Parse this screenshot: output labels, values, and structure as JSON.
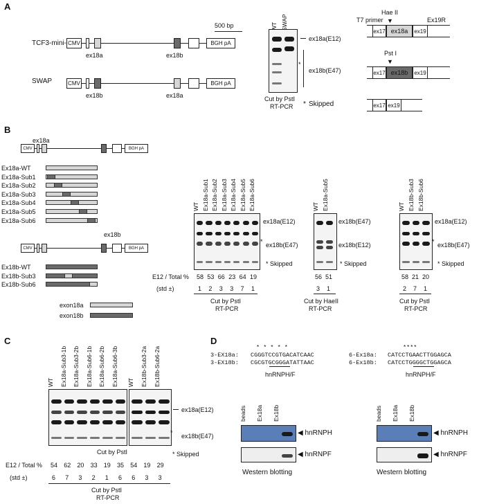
{
  "panelA": {
    "label": "A",
    "construct1": "TCF3-mini-WT",
    "construct2": "SWAP",
    "cmv": "CMV",
    "bgh": "BGH pA",
    "ex18a": "ex18a",
    "ex18b": "ex18b",
    "scale": "500 bp",
    "lanes": [
      "WT",
      "SWAP"
    ],
    "band_e12": "ex18a(E12)",
    "band_e47": "ex18b(E47)",
    "cut1": "Cut by PstI",
    "cut2": "RT-PCR",
    "skipped": "Skipped",
    "asterisk": "*",
    "t7": "T7 primer",
    "haeii": "Hae II",
    "ex19r": "Ex19R",
    "psti": "Pst I",
    "ex17": "ex17",
    "ex19": "ex19",
    "ex18a_small": "ex18a",
    "ex18b_small": "ex18b"
  },
  "panelB": {
    "label": "B",
    "ex18a_title": "ex18a",
    "ex18b_title": "ex18b",
    "cmv": "CMV",
    "bgh": "BGH pA",
    "a_rows": [
      "Ex18a-WT",
      "Ex18a-Sub1",
      "Ex18a-Sub2",
      "Ex18a-Sub3",
      "Ex18a-Sub4",
      "Ex18a-Sub5",
      "Ex18a-Sub6"
    ],
    "b_rows": [
      "Ex18b-WT",
      "Ex18b-Sub3",
      "Ex18b-Sub6"
    ],
    "legend_a": "exon18a",
    "legend_b": "exon18b",
    "gel1_lanes": [
      "WT",
      "Ex18a-Sub1",
      "Ex18a-Sub2",
      "Ex18a-Sub3",
      "Ex18a-Sub4",
      "Ex18a-Sub5",
      "Ex18a-Sub6"
    ],
    "gel2_lanes": [
      "WT",
      "Ex18a-Sub5"
    ],
    "gel3_lanes": [
      "WT",
      "Ex18b-Sub3",
      "Ex18b-Sub6"
    ],
    "e12_label": "E12 / Total %",
    "std_label": "(std ±)",
    "gel1_pct": [
      "58",
      "53",
      "66",
      "23",
      "64",
      "19"
    ],
    "gel1_std": [
      "1",
      "2",
      "3",
      "3",
      "7",
      "1"
    ],
    "gel2_pct": [
      "56",
      "51"
    ],
    "gel2_std": [
      "3",
      "1"
    ],
    "gel3_pct": [
      "58",
      "21",
      "20"
    ],
    "gel3_std": [
      "2",
      "7",
      "1"
    ],
    "gel1_b1": "ex18a(E12)",
    "gel1_b2": "ex18b(E47)",
    "gel2_b1": "ex18b(E47)",
    "gel2_b2": "ex18b(E12)",
    "gel3_b1": "ex18a(E12)",
    "gel3_b2": "ex18b(E47)",
    "skipped": "Skipped",
    "asterisk": "*",
    "cut_psti": "Cut by PstI",
    "cut_haeii": "Cut by HaeII",
    "rtpcr": "RT-PCR"
  },
  "panelC": {
    "label": "C",
    "gel1_lanes": [
      "WT",
      "Ex18a-Sub3-1b",
      "Ex18a-Sub3-2b",
      "Ex18a-Sub6-1b",
      "Ex18a-Sub6-2b",
      "Ex18a-Sub6-3b"
    ],
    "gel2_lanes": [
      "WT",
      "Ex18b-Sub3-2a",
      "Ex18b-Sub6-2a"
    ],
    "b1": "ex18a(E12)",
    "b2": "ex18b(E47)",
    "skipped": "Skipped",
    "asterisk": "*",
    "cut": "Cut by PstI",
    "rtpcr": "RT-PCR",
    "e12_label": "E12 / Total %",
    "std_label": "(std ±)",
    "pct": [
      "54",
      "62",
      "20",
      "33",
      "19",
      "35",
      "54",
      "19",
      "29"
    ],
    "std": [
      "6",
      "7",
      "3",
      "2",
      "1",
      "6",
      "6",
      "3",
      "3"
    ]
  },
  "panelD": {
    "label": "D",
    "stars1": "*  *  *  *  *",
    "stars2": "****",
    "seq1a_name": "3-EX18a:",
    "seq1a": "CGGGTCCGTGACATCAAC",
    "seq1b_name": "3-EX18b:",
    "seq1b": "CGCGTGCGGGATATTAAC",
    "seq2a_name": "6-Ex18a:",
    "seq2a": "CATCCTGAACTTGGAGCA",
    "seq2b_name": "6-Ex18b:",
    "seq2b": "CATCCTGGGGCTGGAGCA",
    "motif": "hnRNPH/F",
    "lanes": [
      "beads",
      "Ex18a",
      "Ex18b"
    ],
    "hnrnph": "hnRNPH",
    "hnrnpf": "hnRNPF",
    "wb": "Western blotting",
    "colors": {
      "blot_blue": "#5a7fb8",
      "light_exon": "#d6d6d6",
      "dark_exon": "#6a6a6a"
    }
  }
}
